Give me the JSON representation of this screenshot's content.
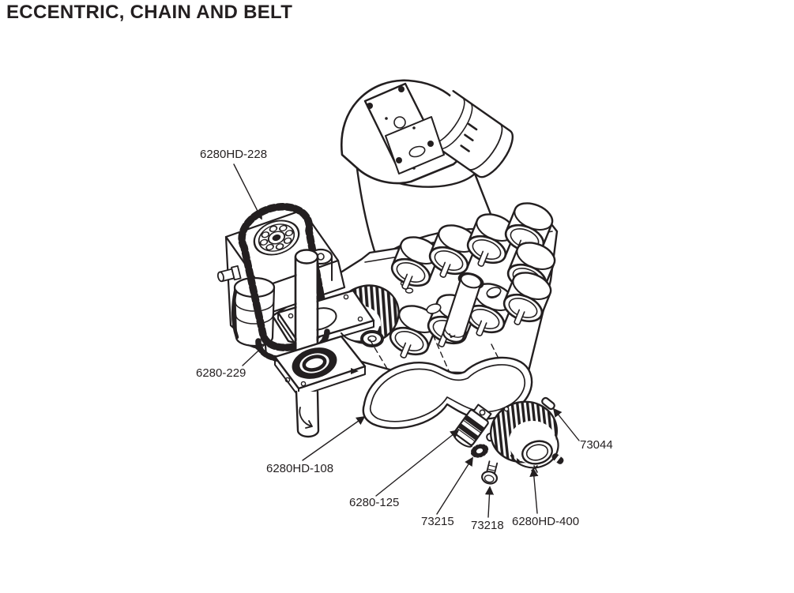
{
  "page": {
    "title": "ECCENTRIC, CHAIN AND BELT",
    "ink_color": "#231f20",
    "background_color": "#ffffff"
  },
  "diagram": {
    "type": "exploded-parts-drawing",
    "part_labels": [
      "6280HD-228",
      "6280-229",
      "6280HD-108",
      "6280-125",
      "73215",
      "73218",
      "6280HD-400",
      "73044"
    ]
  }
}
